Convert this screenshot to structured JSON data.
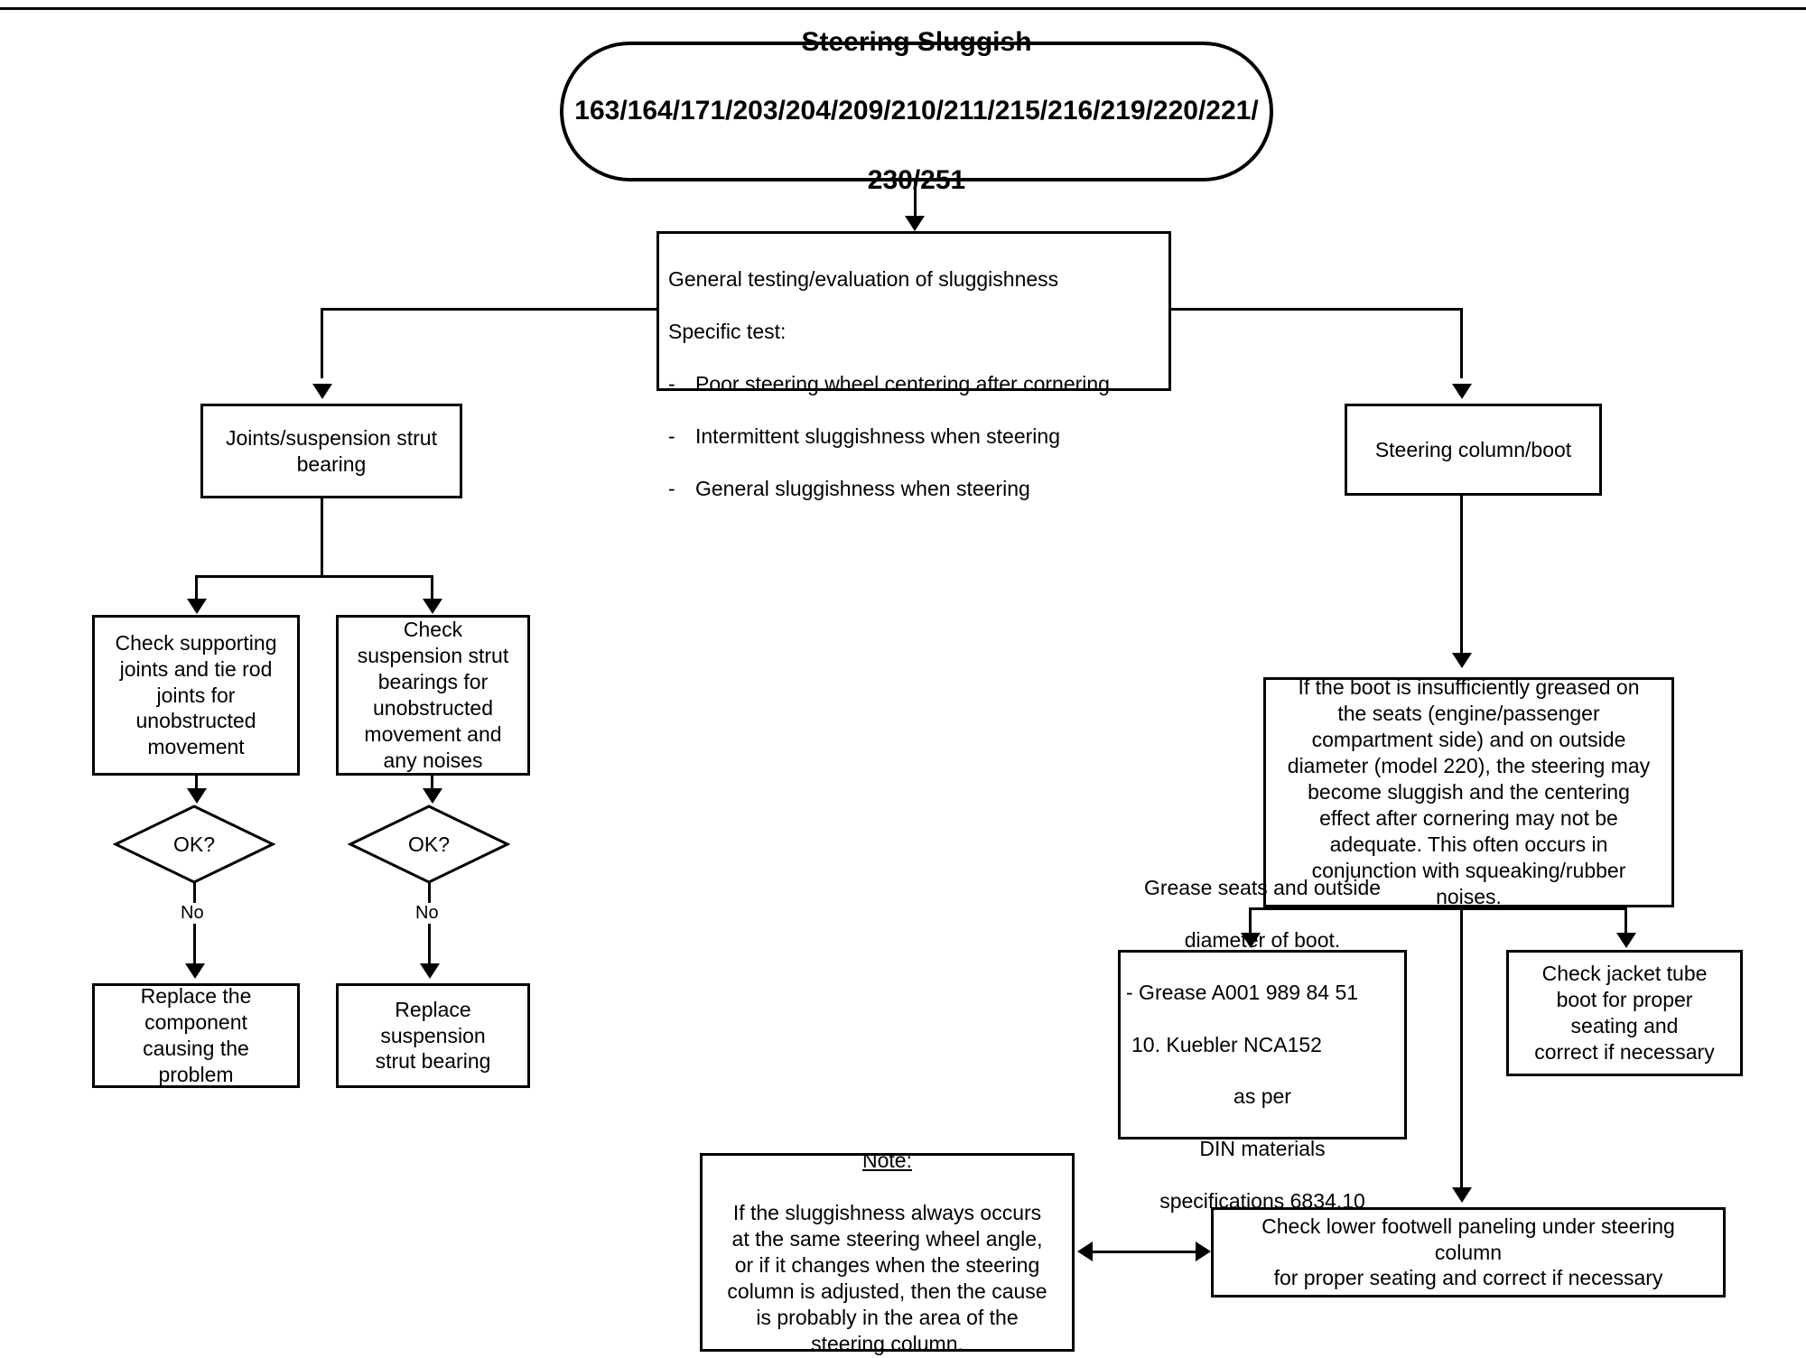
{
  "diagram": {
    "title_node": {
      "line1": "Steering Sluggish",
      "line2": "163/164/171/203/204/209/210/211/215/216/219/220/221/",
      "line3": "230/251"
    },
    "general_test": {
      "heading": "General testing/evaluation of sluggishness",
      "subheading": "Specific test:",
      "bullet_dash": "-",
      "bullets": [
        "Poor steering wheel centering after cornering",
        "Intermittent sluggishness when steering",
        "General sluggishness when steering"
      ]
    },
    "joints_node": "Joints/suspension strut\nbearing",
    "steering_column_node": "Steering column/boot",
    "check_supporting_node": "Check supporting\njoints and tie rod\njoints for\nunobstructed\nmovement",
    "check_strut_node": "Check\nsuspension strut\nbearings for\nunobstructed\nmovement and\nany noises",
    "decision_left": "OK?",
    "decision_right": "OK?",
    "edge_label_left": "No",
    "edge_label_right": "No",
    "replace_component_node": "Replace the\ncomponent\ncausing the\nproblem",
    "replace_strut_node": "Replace\nsuspension\nstrut bearing",
    "boot_info_node": "If the boot is insufficiently greased on\nthe seats (engine/passenger\ncompartment side) and on outside\ndiameter (model 220), the steering may\nbecome sluggish and the centering\neffect after cornering may not be\nadequate. This often occurs in\nconjunction with squeaking/rubber\nnoises.",
    "grease_node": {
      "line1": "Grease seats and outside",
      "line2": "diameter of boot.",
      "line3": "- Grease A001 989 84 51",
      "line4": "10.        Kuebler NCA152",
      "line5": "as per",
      "line6": "DIN materials",
      "line7": "specifications 6834.10"
    },
    "jacket_node": "Check jacket tube\nboot for proper\nseating and\ncorrect if necessary",
    "note_node": {
      "heading": "Note:",
      "body": "If the sluggishness always occurs\nat the same steering wheel angle,\nor if it changes when the steering\ncolumn is adjusted, then the cause\nis probably in the area of the\nsteering column."
    },
    "footwell_node": "Check lower footwell paneling under steering\ncolumn\nfor proper seating and correct if necessary",
    "colors": {
      "line": "#000000",
      "background": "#ffffff",
      "text": "#000000"
    }
  }
}
